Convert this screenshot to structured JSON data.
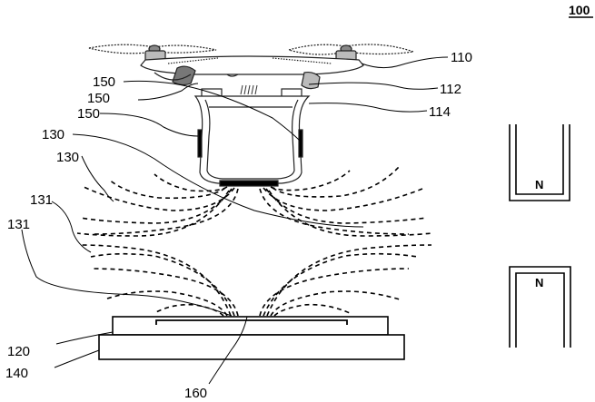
{
  "figure_number": "100",
  "labels": {
    "l110": "110",
    "l112": "112",
    "l114": "114",
    "l150a": "150",
    "l150b": "150",
    "l150c": "150",
    "l130a": "130",
    "l130b": "130",
    "l131a": "131",
    "l131b": "131",
    "l120": "120",
    "l140": "140",
    "l160": "160"
  },
  "magnets": {
    "top": "N",
    "bottom": "N"
  }
}
